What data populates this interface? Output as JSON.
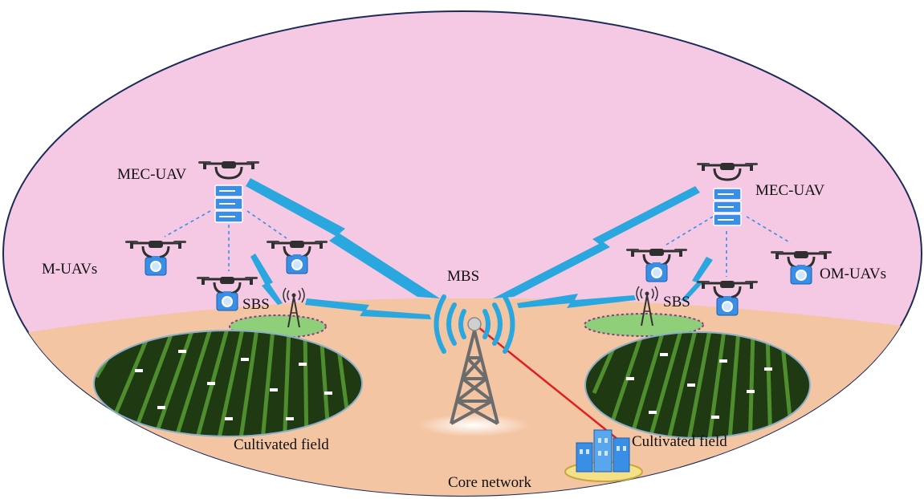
{
  "labels": {
    "mec_uav_left": "MEC-UAV",
    "mec_uav_right": "MEC-UAV",
    "m_uavs": "M-UAVs",
    "om_uavs": "OM-UAVs",
    "mbs": "MBS",
    "sbs_left": "SBS",
    "sbs_right": "SBS",
    "field_left": "Cultivated field",
    "field_right": "Cultivated field",
    "core_network": "Core network"
  },
  "colors": {
    "sky": "#f5c9e3",
    "ground": "#f4c5a3",
    "link": "#2aa7de",
    "drone": "#2f2f2f",
    "server": "#3a8ee6",
    "field_dark": "#1f3a12",
    "field_row": "#4f8e2e",
    "sbs_pad": "#8fcf7a",
    "core_link": "#e02020"
  },
  "icons": {
    "drone": "quadcopter-drone-icon",
    "server": "server-stack-icon",
    "camera": "camera-payload-icon",
    "tower": "radio-tower-icon",
    "core": "building-cluster-icon"
  }
}
